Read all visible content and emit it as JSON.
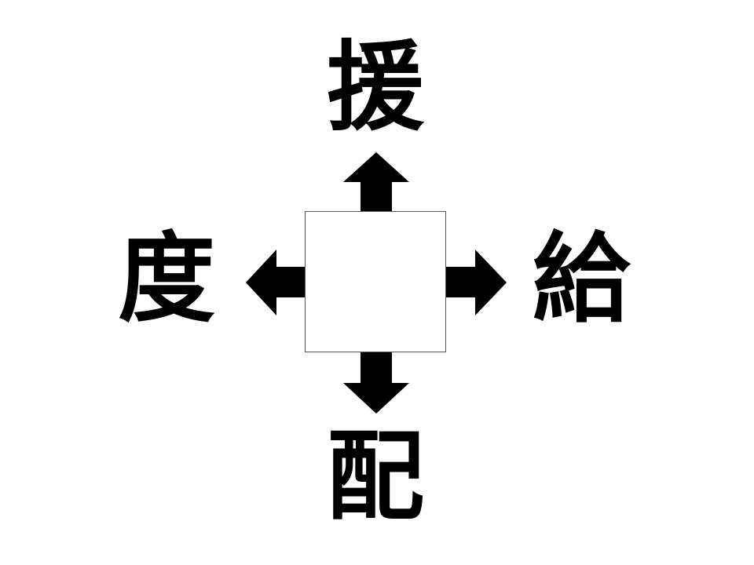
{
  "puzzle": {
    "top_kanji": "援",
    "left_kanji": "度",
    "right_kanji": "給",
    "bottom_kanji": "配",
    "answer_box_text": ""
  },
  "colors": {
    "ink": "#000000",
    "box_border": "#555555",
    "background": "#ffffff"
  },
  "icons": {
    "up": "arrow-up-icon",
    "left": "arrow-left-icon",
    "right": "arrow-right-icon",
    "down": "arrow-down-icon"
  }
}
